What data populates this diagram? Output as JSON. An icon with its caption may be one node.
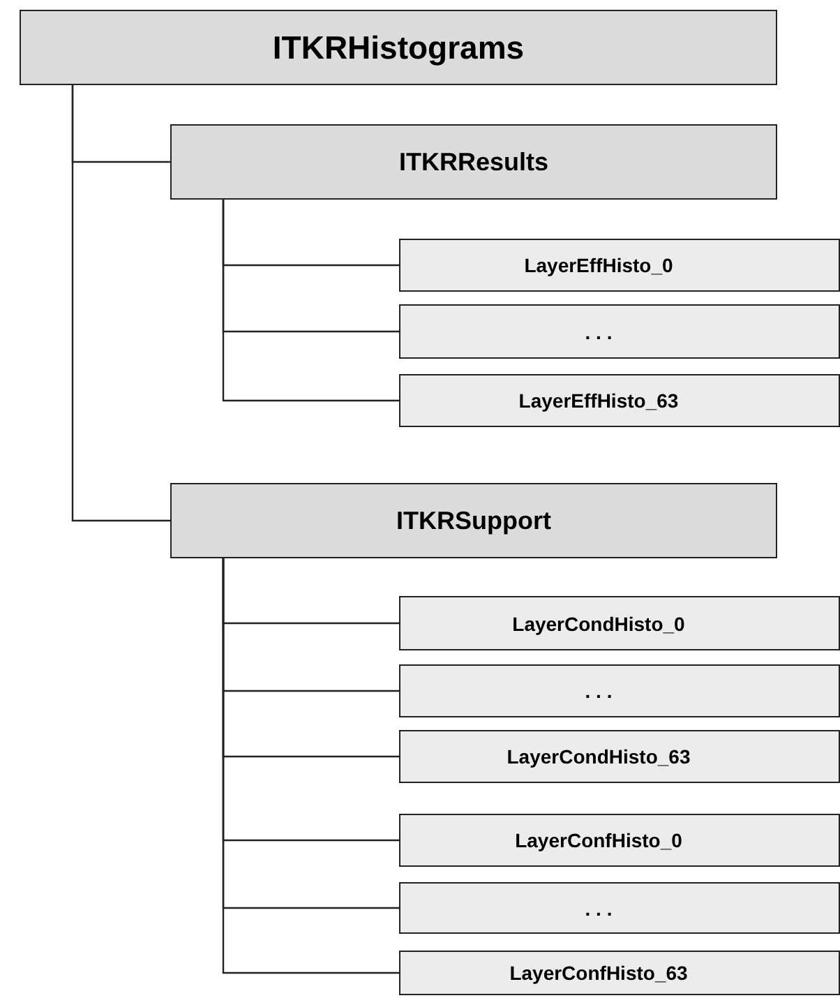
{
  "diagram": {
    "nodes": [
      {
        "text": [
          "ITKRHistograms"
        ]
      },
      {
        "text": [
          "ITKRResults"
        ]
      },
      {
        "text": [
          "LayerEffHisto_0"
        ]
      },
      {
        "text": [
          ". . ."
        ]
      },
      {
        "text": [
          "LayerEffHisto_63"
        ]
      },
      {
        "text": [
          "ITKRSupport"
        ]
      },
      {
        "text": [
          "LayerCondHisto_0"
        ]
      },
      {
        "text": [
          ". . ."
        ]
      },
      {
        "text": [
          "LayerCondHisto_63"
        ]
      },
      {
        "text": [
          "LayerConfHisto_0"
        ]
      },
      {
        "text": [
          ". . ."
        ]
      },
      {
        "text": [
          "LayerConfHisto_63"
        ]
      }
    ],
    "edges": [
      {
        "from": 0,
        "to": 1,
        "arrow": "none"
      },
      {
        "from": 1,
        "to": 2,
        "arrow": "none"
      },
      {
        "from": 1,
        "to": 3,
        "arrow": "none"
      },
      {
        "from": 1,
        "to": 4,
        "arrow": "none"
      },
      {
        "from": 0,
        "to": 5,
        "arrow": "none"
      },
      {
        "from": 5,
        "to": 6,
        "arrow": "none"
      },
      {
        "from": 5,
        "to": 7,
        "arrow": "none"
      },
      {
        "from": 5,
        "to": 8,
        "arrow": "none"
      },
      {
        "from": 5,
        "to": 9,
        "arrow": "none"
      },
      {
        "from": 5,
        "to": 10,
        "arrow": "none"
      },
      {
        "from": 5,
        "to": 11,
        "arrow": "none"
      }
    ]
  }
}
